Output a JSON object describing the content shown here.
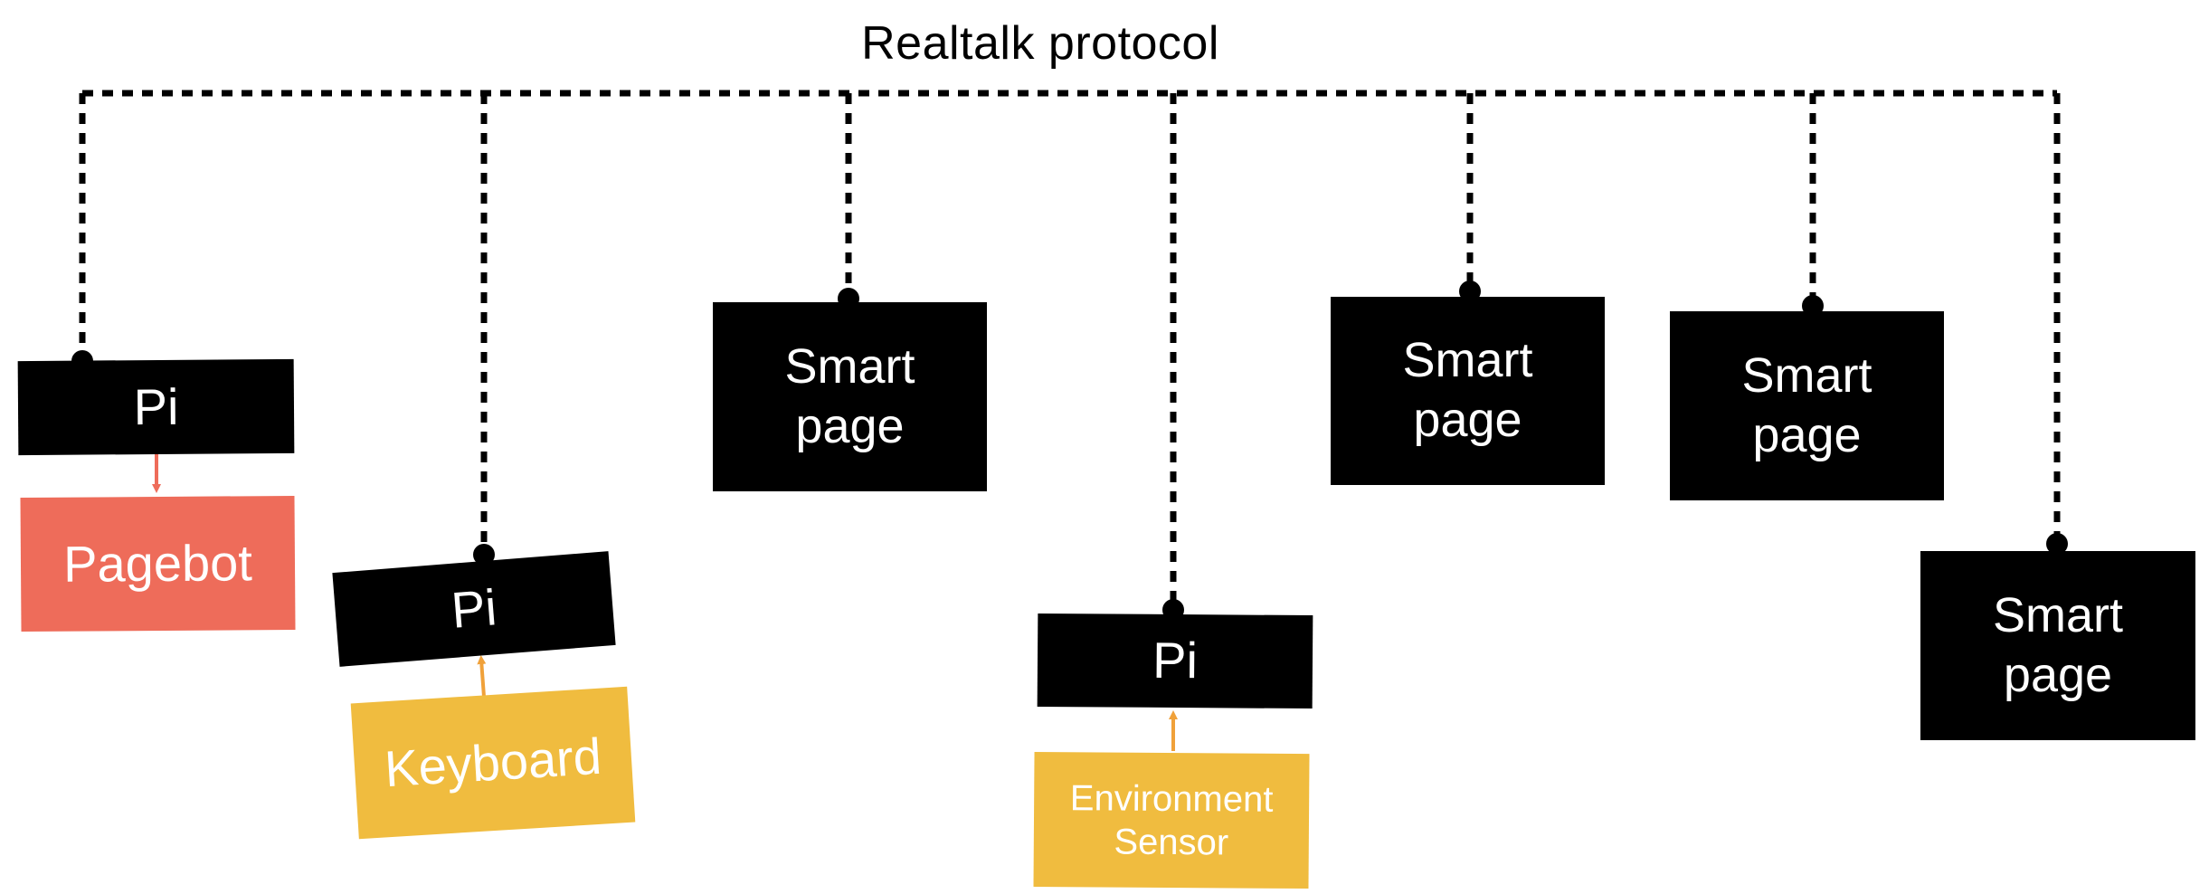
{
  "diagram": {
    "title": "Realtalk protocol",
    "colors": {
      "bus_line": "#000000",
      "device_box": "#000000",
      "pagebot_box": "#ee6c5a",
      "peripheral_box": "#f0bc3f",
      "pagebot_arrow": "#ee6c5a",
      "peripheral_arrow": "#f0a13a",
      "text": "#ffffff"
    },
    "nodes": {
      "pi_1": "Pi",
      "pagebot": "Pagebot",
      "pi_2": "Pi",
      "keyboard": "Keyboard",
      "smart_page_1": "Smart\npage",
      "pi_3": "Pi",
      "environment_sensor": "Environment\nSensor",
      "smart_page_2": "Smart\npage",
      "smart_page_3": "Smart\npage",
      "smart_page_4": "Smart\npage"
    },
    "edges": [
      {
        "from": "pi_1",
        "to": "pagebot"
      },
      {
        "from": "keyboard",
        "to": "pi_2"
      },
      {
        "from": "environment_sensor",
        "to": "pi_3"
      }
    ]
  }
}
